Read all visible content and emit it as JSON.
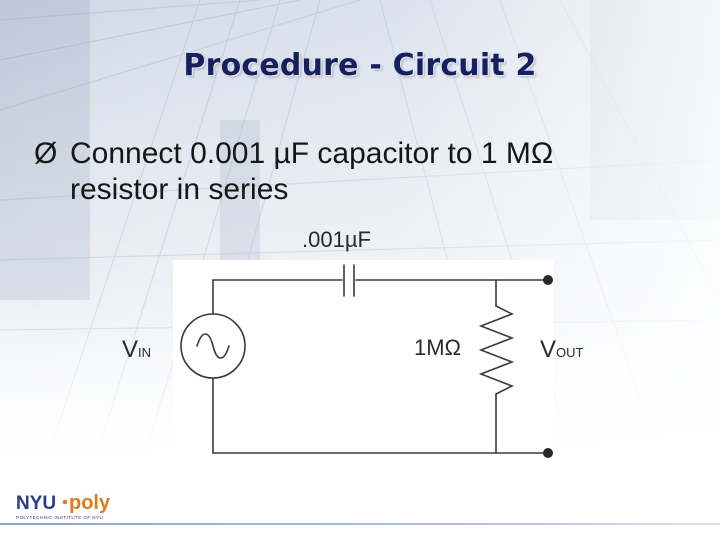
{
  "slide": {
    "title": "Procedure - Circuit 2",
    "bullet_glyph": "Ø",
    "bullet_line1": "Connect 0.001 µF capacitor to 1 MΩ",
    "bullet_line2": "resistor in series"
  },
  "circuit": {
    "capacitor_label": ".001µF",
    "resistor_label": "1MΩ",
    "source_label_main": "V",
    "source_label_sub": "IN",
    "output_label_main": "V",
    "output_label_sub": "OUT"
  },
  "logo": {
    "text_nyu": "NYU",
    "text_poly": "poly",
    "tagline": "POLYTECHNIC INSTITUTE OF NYU"
  },
  "colors": {
    "title": "#14215e",
    "logo_blue": "#2a3c8c",
    "logo_orange": "#e07a1c"
  }
}
